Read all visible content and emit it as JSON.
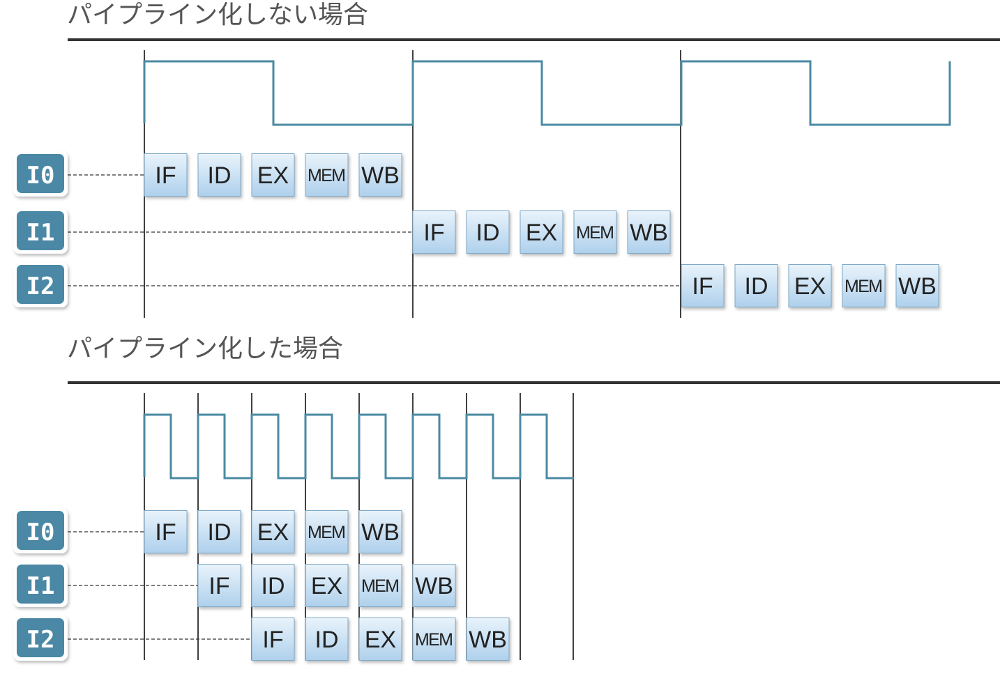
{
  "sections": [
    {
      "title": "パイプライン化しない場合",
      "instructions": [
        "I0",
        "I1",
        "I2"
      ],
      "stages": [
        "IF",
        "ID",
        "EX",
        "MEM",
        "WB"
      ]
    },
    {
      "title": "パイプライン化した場合",
      "instructions": [
        "I0",
        "I1",
        "I2"
      ],
      "stages": [
        "IF",
        "ID",
        "EX",
        "MEM",
        "WB"
      ]
    }
  ],
  "colors": {
    "clock_line": "#4a8aa3",
    "badge_fill": "#4a88a6",
    "badge_text": "#ffffff",
    "stage_fill_top": "#e9f3fb",
    "stage_fill_bottom": "#aed0ec",
    "stage_border": "#7fa9c6",
    "divider": "#333333",
    "dashed": "#333333",
    "text": "#222222"
  }
}
